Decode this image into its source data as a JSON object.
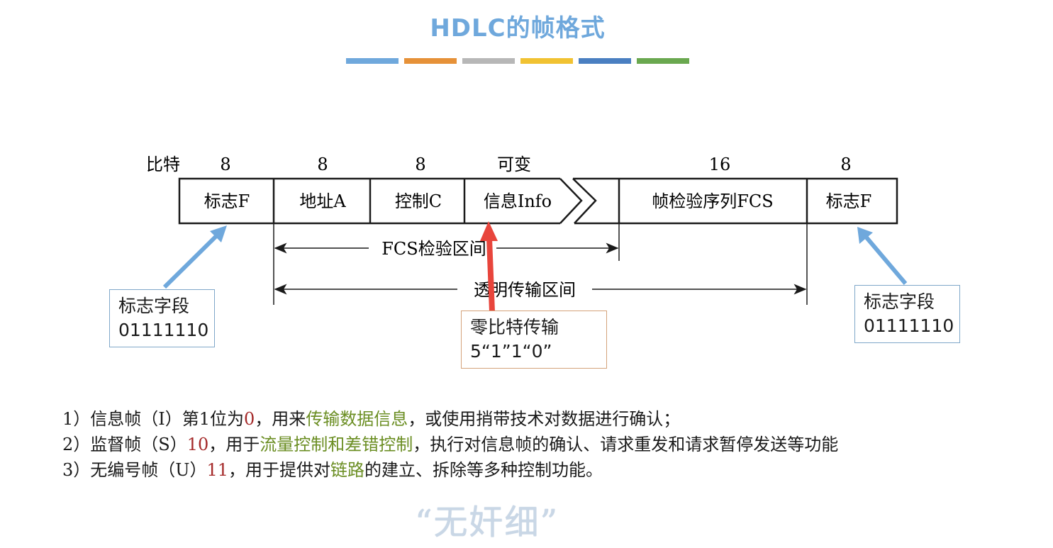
{
  "page": {
    "title": "HDLC的帧格式",
    "watermark": "“无奸细”"
  },
  "color_bars": [
    "#6fa8dc",
    "#e69138",
    "#b7b7b7",
    "#f1c232",
    "#4a7fc1",
    "#6aa84f"
  ],
  "frame": {
    "bit_label": "比特",
    "fields": [
      {
        "bits": "8",
        "label": "标志F"
      },
      {
        "bits": "8",
        "label": "地址A"
      },
      {
        "bits": "8",
        "label": "控制C"
      },
      {
        "bits": "可变",
        "label": "信息Info"
      },
      {
        "bits": "16",
        "label": "帧检验序列FCS"
      },
      {
        "bits": "8",
        "label": "标志F"
      }
    ],
    "ranges": {
      "fcs": "FCS检验区间",
      "transparent": "透明传输区间"
    }
  },
  "callouts": {
    "flag_left": {
      "line1": "标志字段",
      "line2": "01111110",
      "border": "#7fa7c9"
    },
    "zero_bit": {
      "line1": "零比特传输",
      "line2": "5“1”1“0”",
      "border": "#d4a27a"
    },
    "flag_right": {
      "line1": "标志字段",
      "line2": "01111110",
      "border": "#7fa7c9"
    }
  },
  "arrow_colors": {
    "blue": "#6fa8dc",
    "red": "#e8453c"
  },
  "descriptions": [
    {
      "prefix": "1）信息帧（I）第1位为",
      "code": "0",
      "mid": "，用来",
      "highlight": "传输数据信息",
      "suffix": "，或使用捎带技术对数据进行确认；"
    },
    {
      "prefix": "2）监督帧（S）",
      "code": "10",
      "mid": "，用于",
      "highlight": "流量控制和差错控制",
      "suffix": "，执行对信息帧的确认、请求重发和请求暂停发送等功能"
    },
    {
      "prefix": "3）无编号帧（U）",
      "code": "11",
      "mid": "，用于提供对",
      "highlight": "链路",
      "suffix": "的建立、拆除等多种控制功能。"
    }
  ]
}
